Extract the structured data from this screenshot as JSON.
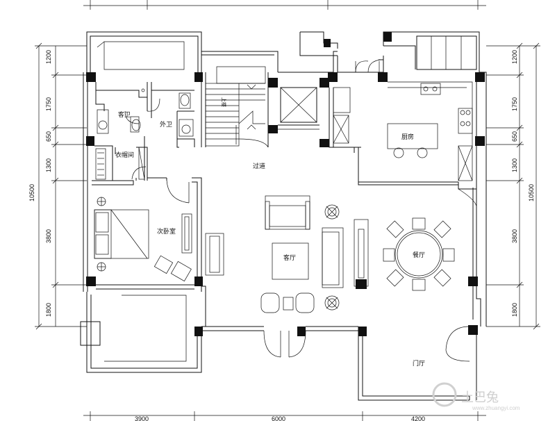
{
  "rooms": {
    "guest_bath": "客卫",
    "outer_bath": "外卫",
    "cloakroom": "衣帽间",
    "corridor": "过道",
    "second_bedroom": "次卧室",
    "living_room": "客厅",
    "dining_room": "餐厅",
    "kitchen": "厨房",
    "foyer": "门厅",
    "stair_up": "上楼"
  },
  "dimensions": {
    "left": [
      "1200",
      "1750",
      "650",
      "1300",
      "3800",
      "1800"
    ],
    "left_total": "10500",
    "right": [
      "1200",
      "1750",
      "650",
      "1300",
      "3800",
      "1800"
    ],
    "right_total": "10500",
    "bottom": [
      "3900",
      "6000",
      "4200"
    ]
  },
  "watermark": {
    "text": "土巴兔",
    "sub": "www.zhuangyi.com"
  }
}
